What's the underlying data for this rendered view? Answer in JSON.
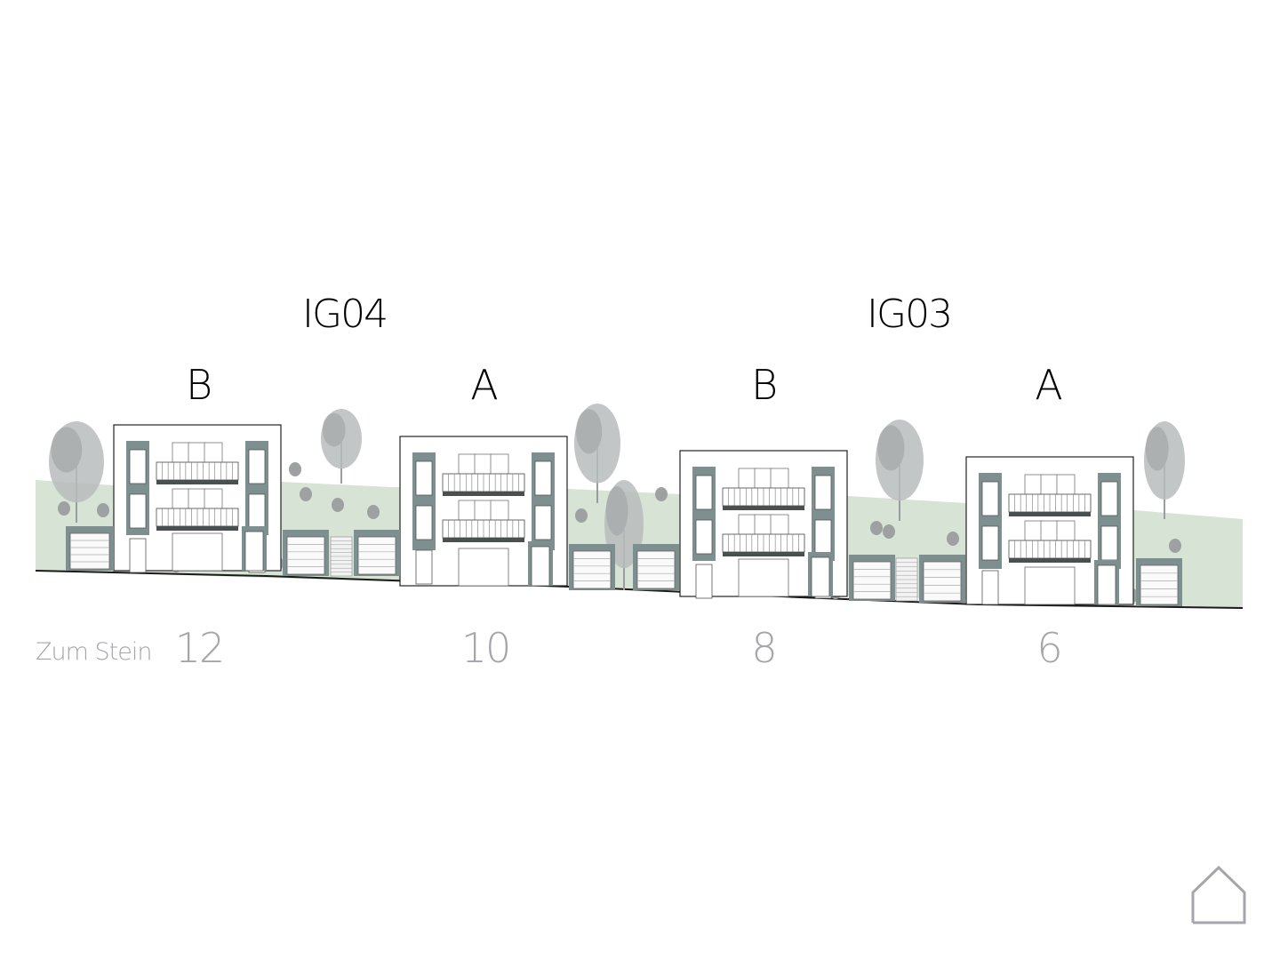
{
  "groups": [
    {
      "label": "IG04"
    },
    {
      "label": "IG03"
    }
  ],
  "houses": [
    {
      "label": "B",
      "number": "12"
    },
    {
      "label": "A",
      "number": "10"
    },
    {
      "label": "B",
      "number": "8"
    },
    {
      "label": "A",
      "number": "6"
    }
  ],
  "street": "Zum Stein",
  "colors": {
    "lawn": "#d6e3d5",
    "accent_panel": "#7d8f8f",
    "trees": "#b9bcbc",
    "numbers": "#a5a5ab",
    "home_icon": "#a5a5ab"
  },
  "icons": {
    "home": "home-icon"
  }
}
